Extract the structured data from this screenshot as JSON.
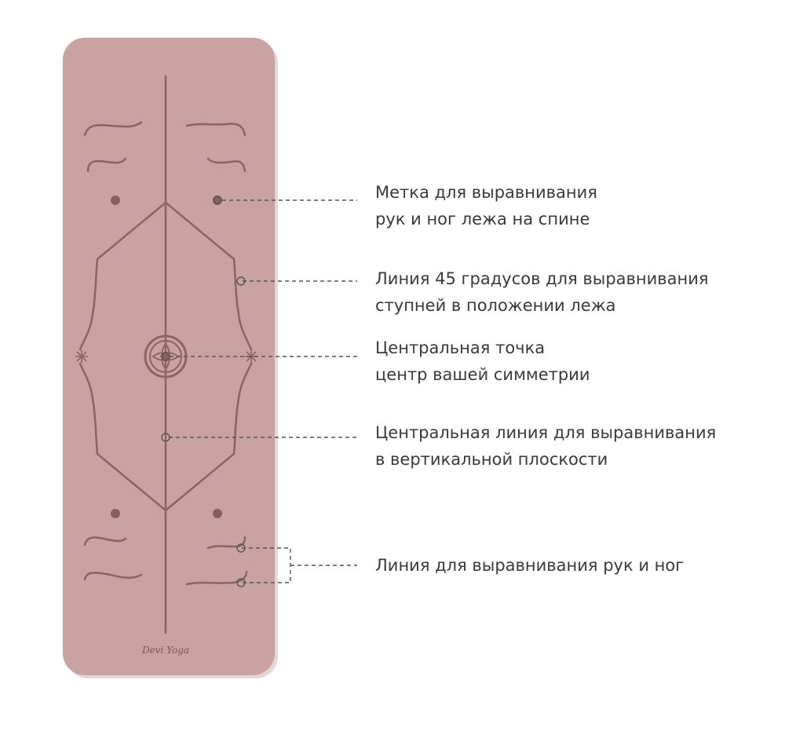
{
  "colors": {
    "mat": "#c9a3a1",
    "mat_shadow": "#b38c8a",
    "line": "#8d6560",
    "dot": "#8a5f5a",
    "leader": "#555555",
    "text": "#3a3a3a"
  },
  "mat": {
    "brand": "Devi Yoga"
  },
  "annotations": [
    {
      "line1": "Метка для выравнивания",
      "line2": "рук и ног лежа на спине"
    },
    {
      "line1": "Линия 45 градусов для выравнивания",
      "line2": "ступней в положении лежа"
    },
    {
      "line1": "Центральная точка",
      "line2": "центр вашей симметрии"
    },
    {
      "line1": "Центральная линия для выравнивания",
      "line2": "в вертикальной плоскости"
    },
    {
      "line1": "Линия для выравнивания рук и ног",
      "line2": ""
    }
  ],
  "icons": [
    "lotus-icon",
    "sun-icon"
  ]
}
